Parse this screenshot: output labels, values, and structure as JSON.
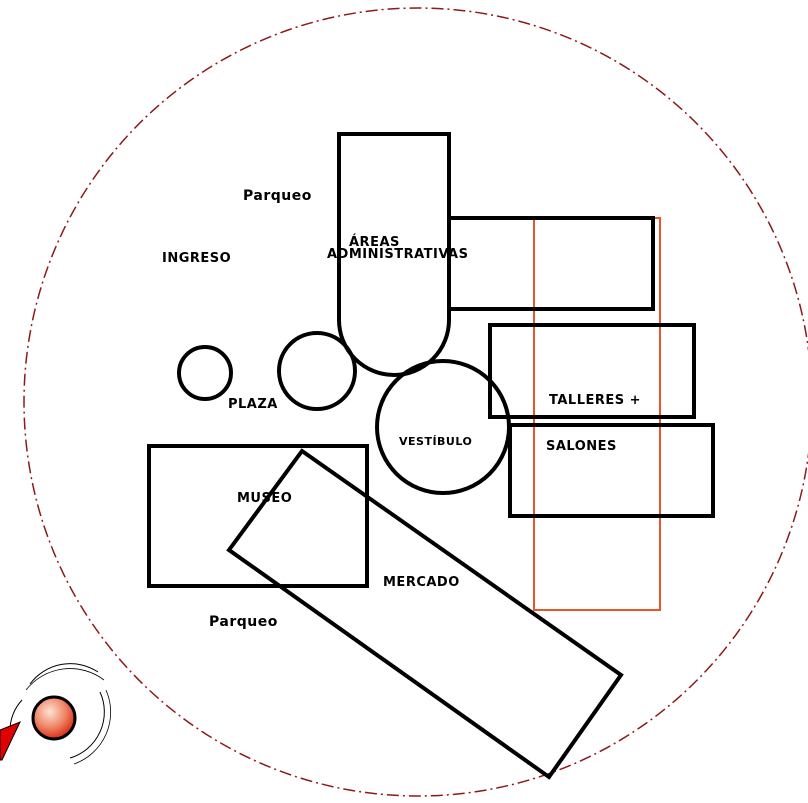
{
  "labels": {
    "parqueo_top": "Parqueo",
    "ingreso": "INGRESO",
    "areas": "ÁREAS",
    "administrativas": "ADMINISTRATIVAS",
    "plaza": "PLAZA",
    "vestibulo": "VESTÍBULO",
    "talleres": "TALLERES +",
    "salones": "SALONES",
    "museo": "MUSEO",
    "mercado": "MERCADO",
    "parqueo_bottom": "Parqueo"
  },
  "colors": {
    "site_boundary": "#8b1a1a",
    "orange_zone": "#e8562a",
    "outline": "#000000",
    "compass_fill": "#e63a22",
    "compass_arrow": "#e00000"
  },
  "icons": {
    "compass": "north-compass-icon"
  }
}
